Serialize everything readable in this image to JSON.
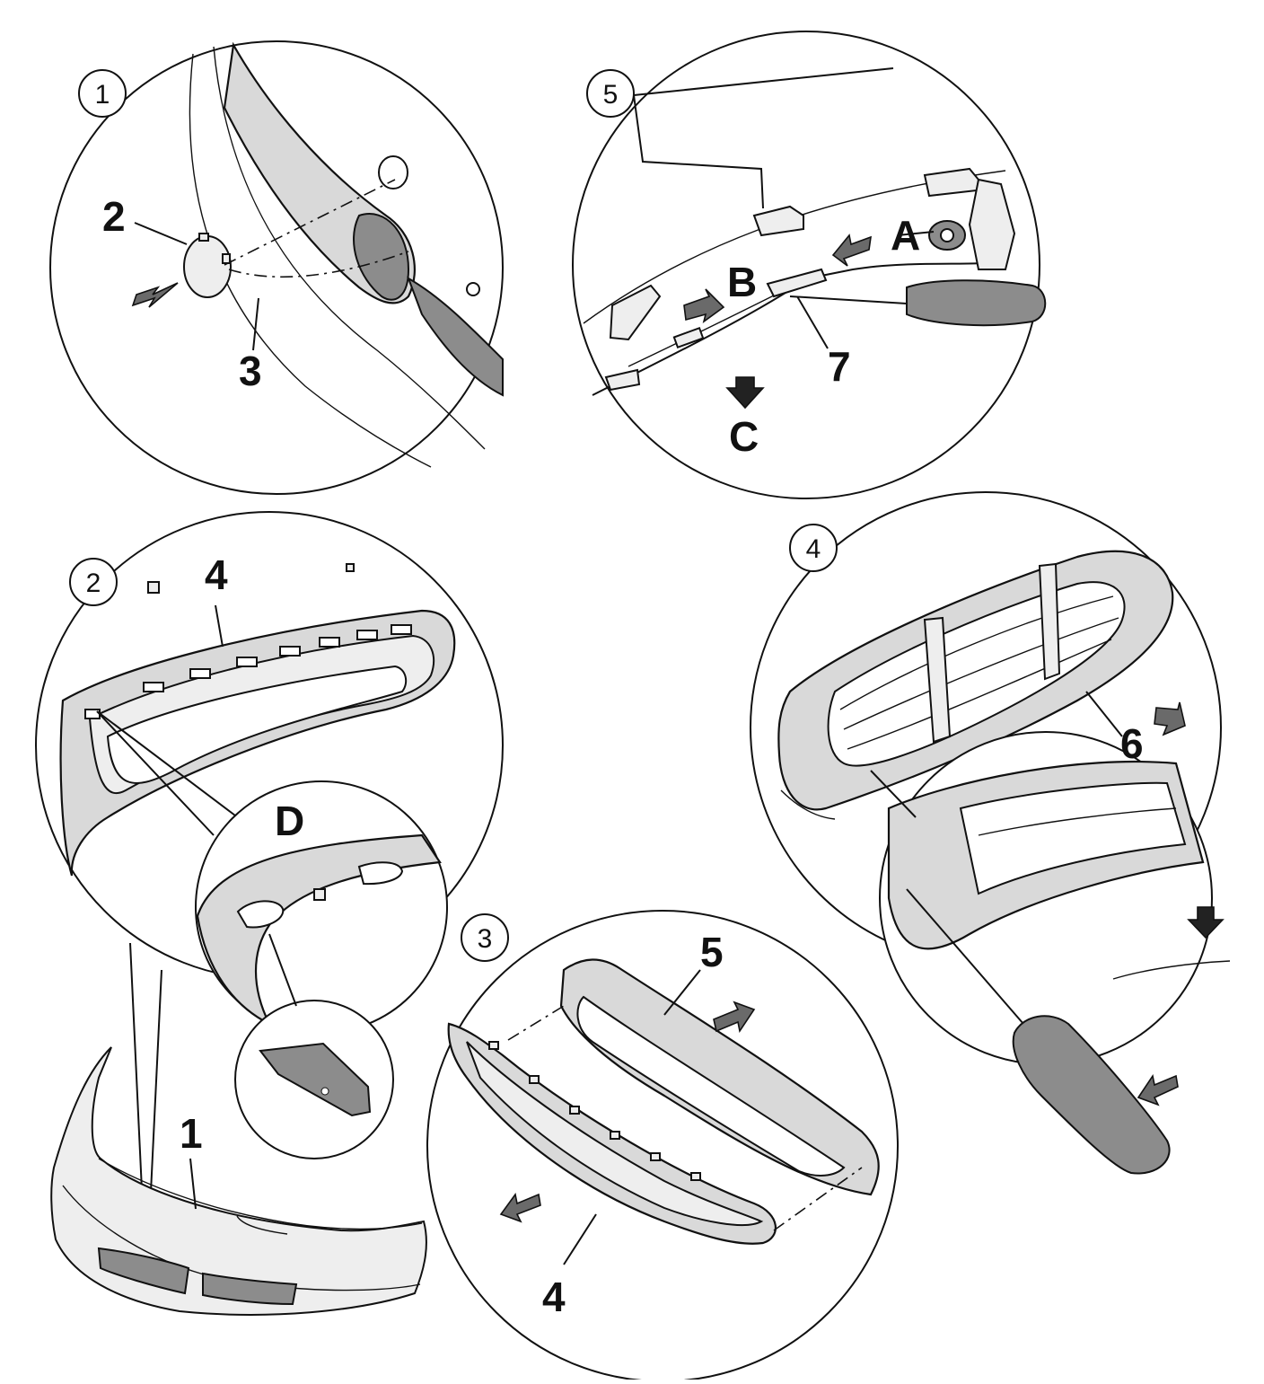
{
  "steps": [
    {
      "number": "1"
    },
    {
      "number": "2"
    },
    {
      "number": "3"
    },
    {
      "number": "4"
    },
    {
      "number": "5"
    }
  ],
  "callouts": {
    "s1_cap": "2",
    "s1_bumper": "3",
    "s5_panel": "5",
    "s5_clip": "7",
    "s5_A": "A",
    "s5_B": "B",
    "s5_C": "C",
    "s2_grille_frame": "4",
    "s2_D": "D",
    "s2_bumper": "1",
    "s3_grille": "5",
    "s3_frame": "4",
    "s4_grille": "6"
  }
}
